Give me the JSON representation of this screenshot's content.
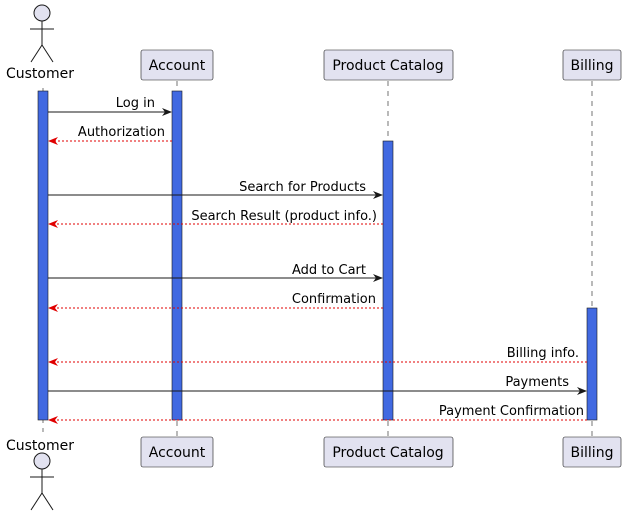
{
  "participants": [
    {
      "id": "customer",
      "label": "Customer",
      "kind": "actor"
    },
    {
      "id": "account",
      "label": "Account",
      "kind": "participant"
    },
    {
      "id": "catalog",
      "label": "Product Catalog",
      "kind": "participant"
    },
    {
      "id": "billing",
      "label": "Billing",
      "kind": "participant"
    }
  ],
  "messages": [
    {
      "from": "customer",
      "to": "account",
      "label": "Log in",
      "style": "solid"
    },
    {
      "from": "account",
      "to": "customer",
      "label": "Authorization",
      "style": "dashed"
    },
    {
      "from": "customer",
      "to": "catalog",
      "label": "Search for Products",
      "style": "solid"
    },
    {
      "from": "catalog",
      "to": "customer",
      "label": "Search Result (product info.)",
      "style": "dashed"
    },
    {
      "from": "customer",
      "to": "catalog",
      "label": "Add to Cart",
      "style": "solid"
    },
    {
      "from": "catalog",
      "to": "customer",
      "label": "Confirmation",
      "style": "dashed"
    },
    {
      "from": "billing",
      "to": "customer",
      "label": "Billing info.",
      "style": "dashed"
    },
    {
      "from": "customer",
      "to": "billing",
      "label": "Payments",
      "style": "solid"
    },
    {
      "from": "billing",
      "to": "customer",
      "label": "Payment Confirmation",
      "style": "dashed"
    }
  ],
  "colors": {
    "activation_fill": "#4169E1",
    "participant_fill": "#E2E2F0",
    "participant_border": "#181818",
    "return_arrow": "#E00000",
    "call_arrow": "#181818",
    "lifeline": "#181818"
  }
}
